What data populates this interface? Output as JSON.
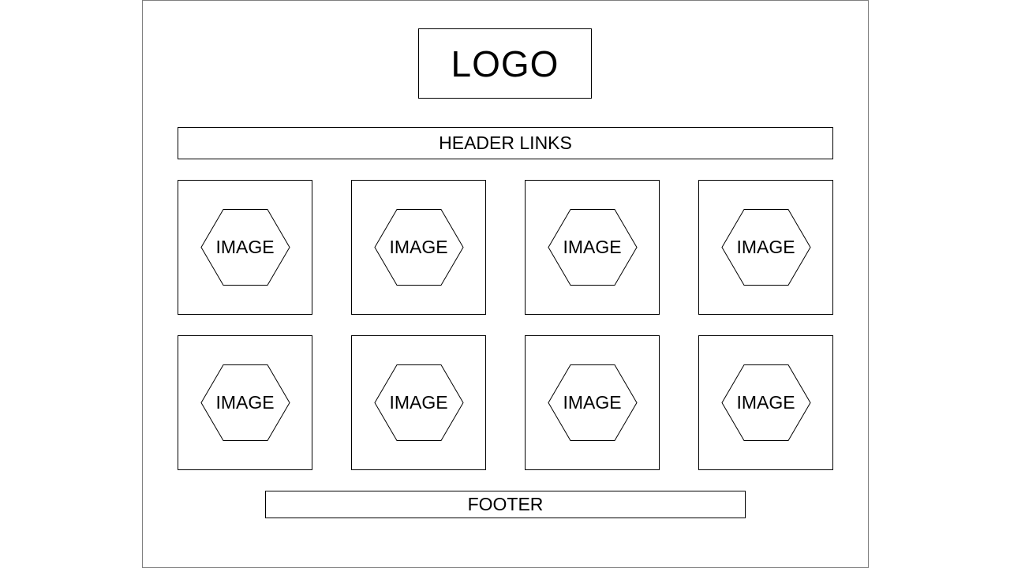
{
  "logo": {
    "label": "LOGO"
  },
  "header": {
    "links_label": "HEADER LINKS"
  },
  "gallery": {
    "tiles": [
      {
        "label": "IMAGE",
        "icon": "hexagon-icon"
      },
      {
        "label": "IMAGE",
        "icon": "hexagon-icon"
      },
      {
        "label": "IMAGE",
        "icon": "hexagon-icon"
      },
      {
        "label": "IMAGE",
        "icon": "hexagon-icon"
      },
      {
        "label": "IMAGE",
        "icon": "hexagon-icon"
      },
      {
        "label": "IMAGE",
        "icon": "hexagon-icon"
      },
      {
        "label": "IMAGE",
        "icon": "hexagon-icon"
      },
      {
        "label": "IMAGE",
        "icon": "hexagon-icon"
      }
    ]
  },
  "footer": {
    "label": "FOOTER"
  }
}
